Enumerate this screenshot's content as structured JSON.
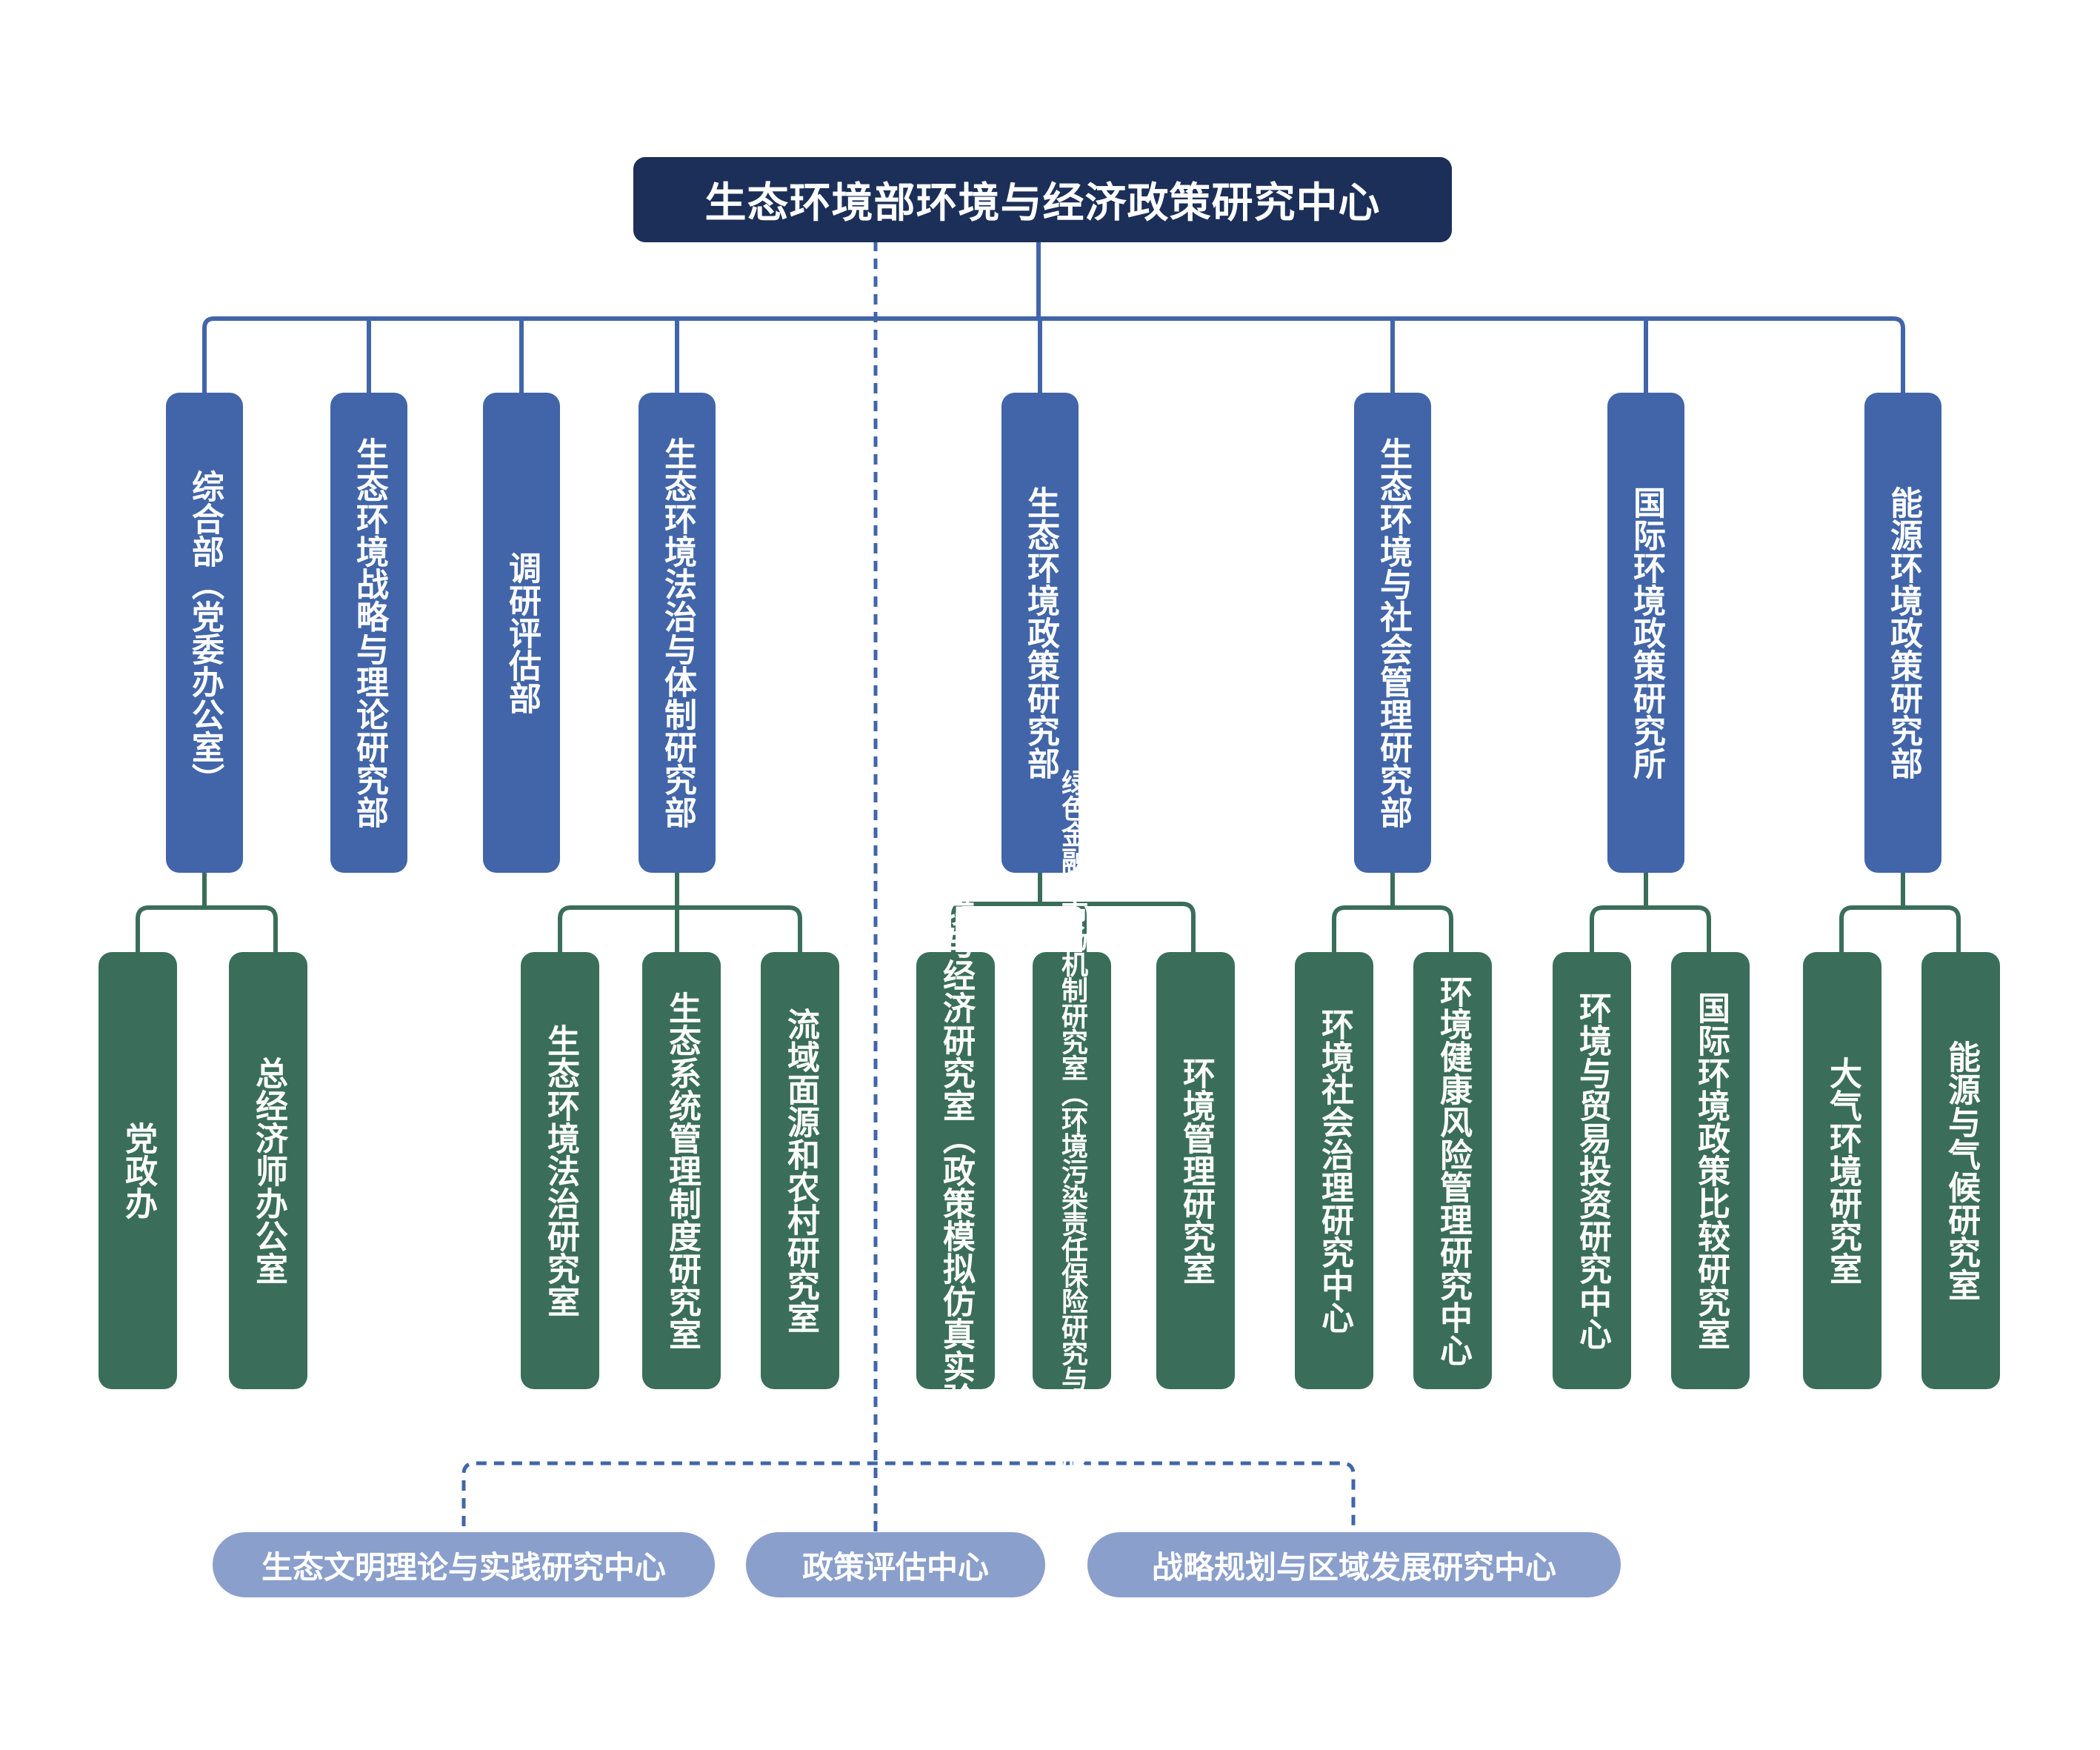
{
  "root": {
    "label": "生态环境部环境与经济政策研究中心"
  },
  "departments": [
    {
      "label": "综合部（党委办公室）",
      "offices": [
        "党政办",
        "总经济师办公室"
      ]
    },
    {
      "label": "生态环境战略与理论研究部",
      "offices": []
    },
    {
      "label": "调研评估部",
      "offices": []
    },
    {
      "label": "生态环境法治与体制研究部",
      "offices": [
        "生态环境法治研究室",
        "生态系统管理制度研究室",
        "流域面源和农村研究室"
      ]
    },
    {
      "label": "生态环境政策研究部",
      "offices": [
        "环境与经济研究室（政策模拟仿真实验室）",
        "绿色金融与市场机制研究室（环境污染责任保险研究与技术服务中心）",
        "环境管理研究室"
      ]
    },
    {
      "label": "生态环境与社会管理研究部",
      "offices": [
        "环境社会治理研究中心",
        "环境健康风险管理研究中心"
      ]
    },
    {
      "label": "国际环境政策研究所",
      "offices": [
        "环境与贸易投资研究中心",
        "国际环境政策比较研究室"
      ]
    },
    {
      "label": "能源环境政策研究部",
      "offices": [
        "大气环境研究室",
        "能源与气候研究室"
      ]
    }
  ],
  "centers": [
    "生态文明理论与实践研究中心",
    "政策评估中心",
    "战略规划与区域发展研究中心"
  ],
  "colors": {
    "root": "#1B2F58",
    "department": "#4165A8",
    "office": "#3A6E5A",
    "center": "#8A9FCB",
    "blue_line": "#4165A8",
    "green_line": "#3A6E5A",
    "dashed_line": "#4165A8"
  }
}
